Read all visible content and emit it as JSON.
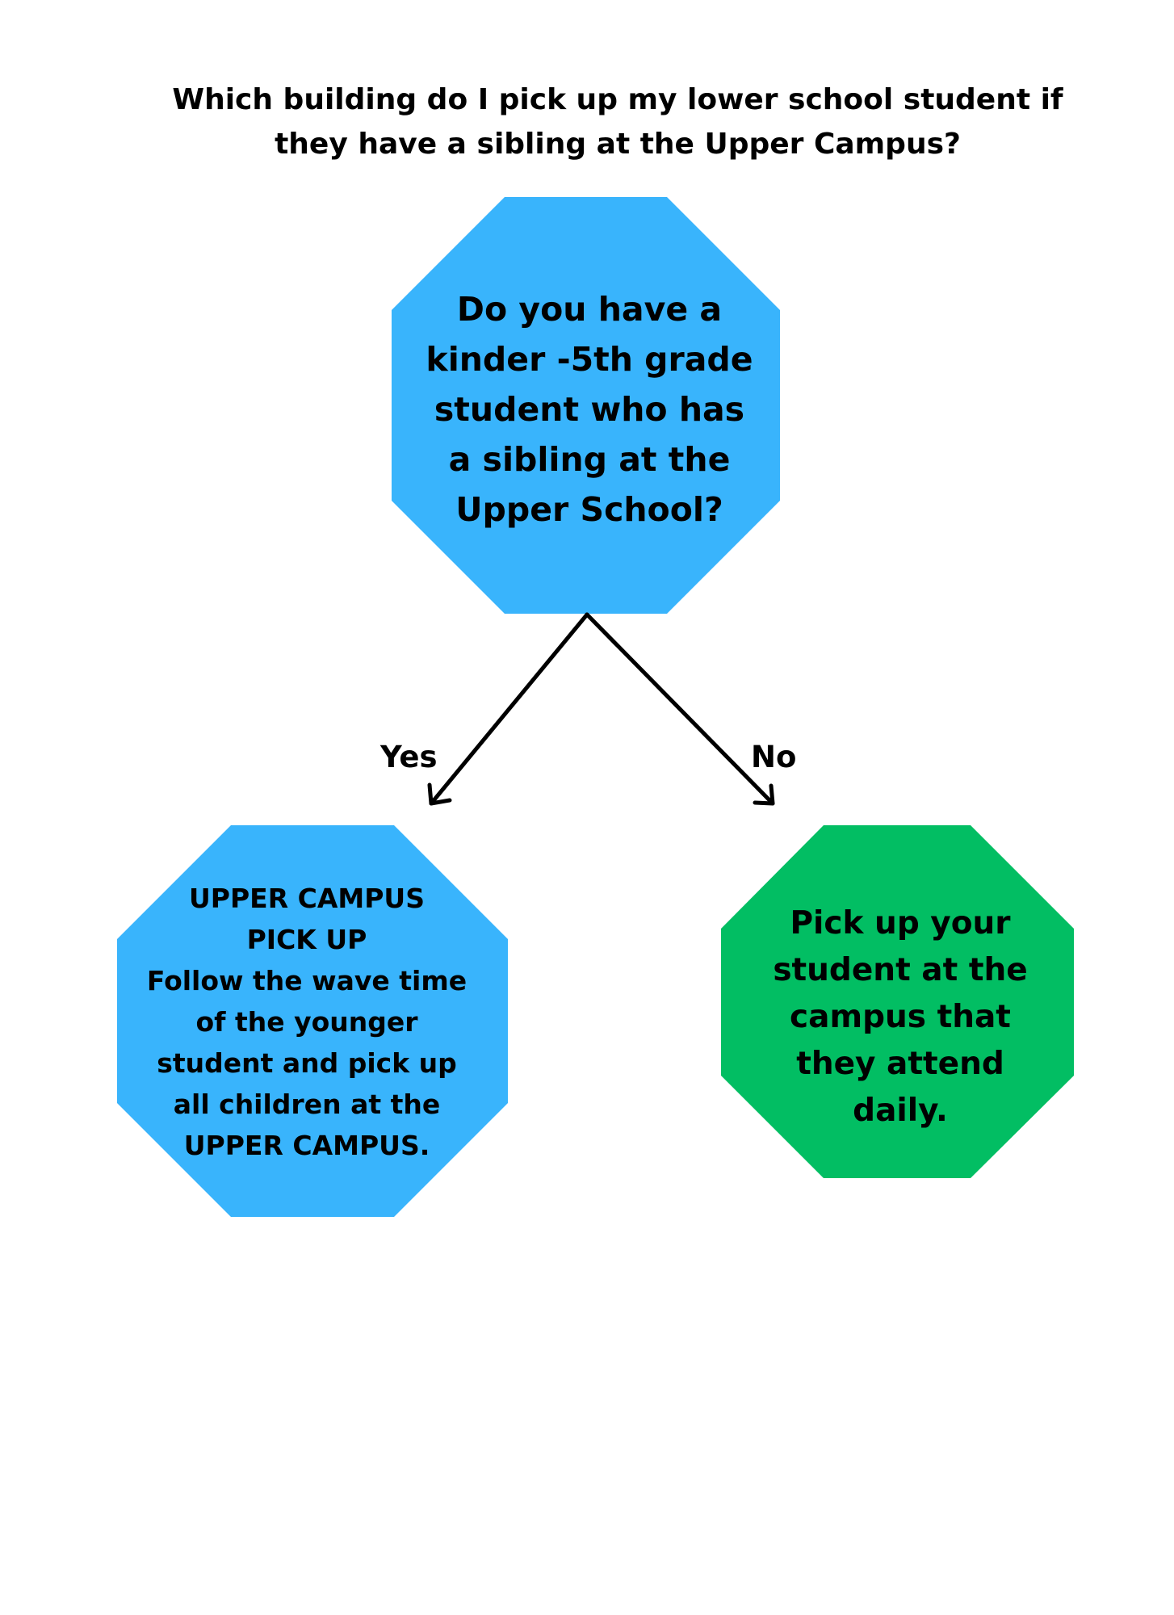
{
  "title": "Which building do I pick up my lower school student if they have a sibling at the Upper Campus?",
  "nodes": {
    "question": {
      "text": "Do you have a\nkinder -5th grade\nstudent who has\na sibling at the\nUpper School?",
      "color": "#39B4FC"
    },
    "yes_result": {
      "text": "UPPER CAMPUS\nPICK UP\nFollow the wave time\nof the younger\nstudent and pick up\nall children at the\nUPPER CAMPUS.",
      "color": "#39B4FC"
    },
    "no_result": {
      "text": "Pick up your\nstudent at the\ncampus that\nthey attend\ndaily.",
      "color": "#02BE63"
    }
  },
  "edges": {
    "yes_label": "Yes",
    "no_label": "No",
    "color": "#000000"
  }
}
